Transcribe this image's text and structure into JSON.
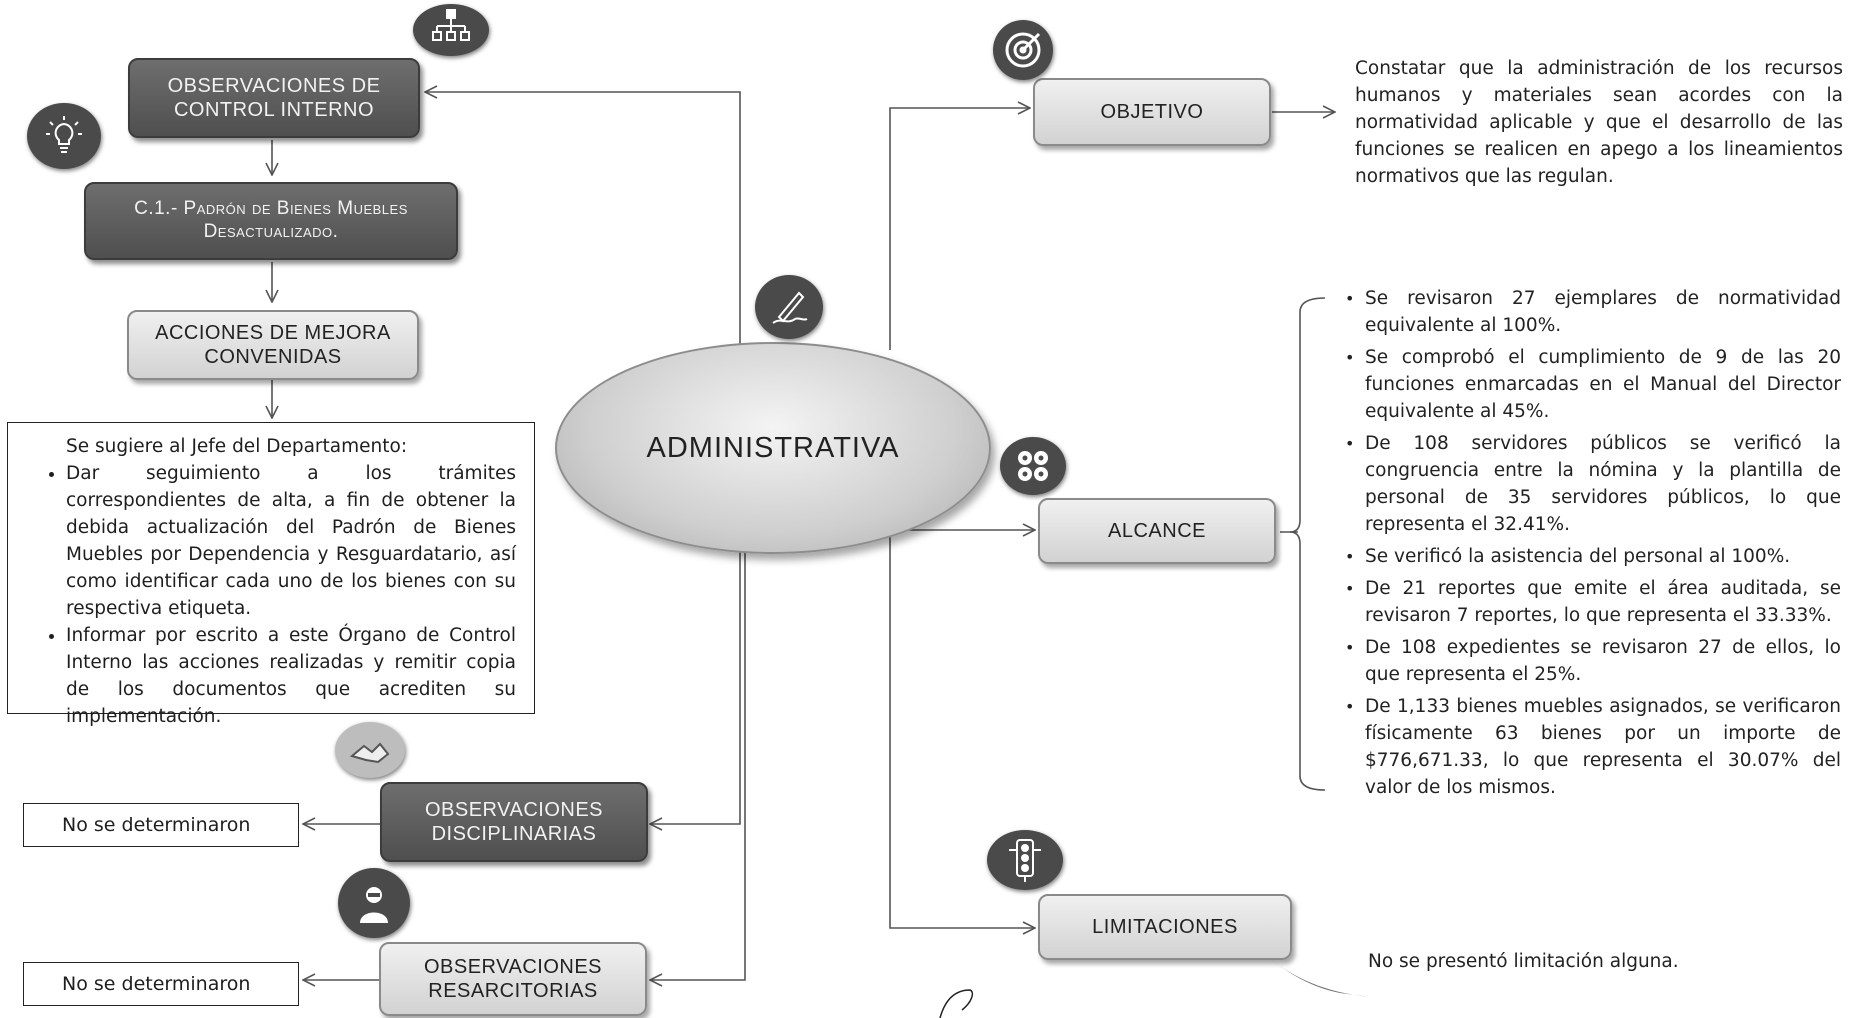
{
  "center": {
    "label": "ADMINISTRATIVA"
  },
  "left": {
    "observaciones_control_interno": "OBSERVACIONES DE CONTROL INTERNO",
    "padron": "C.1.- Padrón de Bienes Muebles Desactualizado.",
    "acciones": "ACCIONES DE MEJORA CONVENIDAS",
    "panel": {
      "intro": "Se sugiere al Jefe del Departamento:",
      "items": [
        "Dar seguimiento a los trámites correspondientes de alta, a fin de obtener la debida actualización del Padrón de Bienes Muebles por Dependencia y Resguardatario, así como identificar cada uno de los bienes con su respectiva etiqueta.",
        " Informar por escrito a este Órgano de Control Interno las acciones realizadas y remitir copia de los documentos que acrediten su implementación."
      ]
    },
    "disciplinarias": "OBSERVACIONES DISCIPLINARIAS",
    "disciplinarias_result": "No se determinaron",
    "resarcitorias": "OBSERVACIONES RESARCITORIAS",
    "resarcitorias_result": "No se determinaron"
  },
  "right": {
    "objetivo": "OBJETIVO",
    "objetivo_text": "Constatar que la administración de los recursos humanos y materiales sean acordes con la normatividad aplicable y que el desarrollo de las funciones se realicen en apego a los lineamientos normativos que las regulan.",
    "alcance": "ALCANCE",
    "alcance_items": [
      "Se revisaron 27 ejemplares de normatividad equivalente al 100%.",
      "Se comprobó el cumplimiento de 9 de las 20 funciones enmarcadas en el Manual del Director equivalente al 45%.",
      "De 108 servidores públicos se verificó la congruencia entre la nómina y la plantilla de personal de 35 servidores públicos, lo que representa el 32.41%.",
      "Se verificó la asistencia del personal al 100%.",
      "De 21 reportes que emite el área auditada, se revisaron 7 reportes, lo que representa el 33.33%.",
      "De 108 expedientes se revisaron 27 de ellos, lo que representa el 25%.",
      "De 1,133 bienes muebles asignados, se verificaron físicamente 63 bienes por un importe de $776,671.33, lo que representa el 30.07% del valor de los mismos."
    ],
    "limitaciones": "LIMITACIONES",
    "limitaciones_text": "No se presentó limitación alguna."
  },
  "icons": [
    "org-chart-icon",
    "lightbulb-icon",
    "target-icon",
    "pen-signature-icon",
    "gears-icon",
    "traffic-light-icon",
    "handshake-icon",
    "person-icon"
  ],
  "colors": {
    "dark_box": "#5a5a5a",
    "light_box": "#e2e2e2",
    "icon_bg": "#4a4a4a",
    "line": "#555555"
  }
}
